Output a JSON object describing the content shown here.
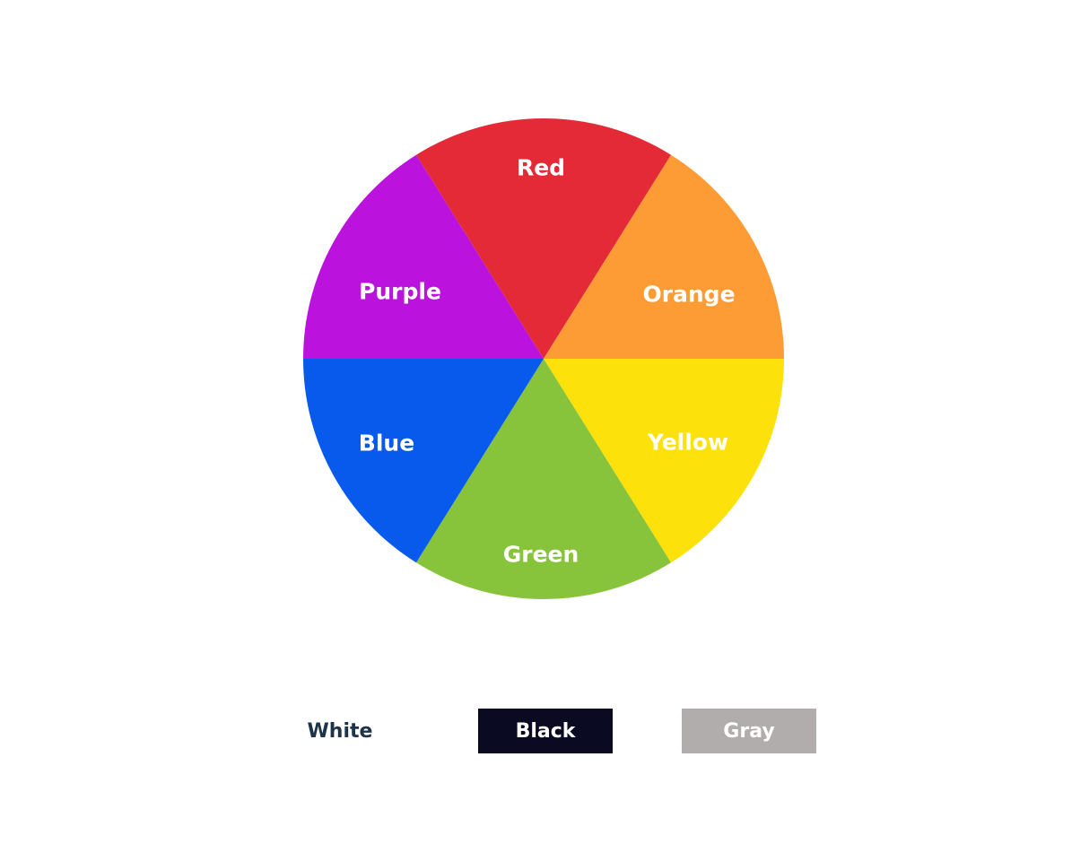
{
  "wheel": {
    "segments": [
      {
        "label": "Red",
        "color": "#e42a37"
      },
      {
        "label": "Orange",
        "color": "#fd9c34"
      },
      {
        "label": "Yellow",
        "color": "#fde10a"
      },
      {
        "label": "Green",
        "color": "#87c43c"
      },
      {
        "label": "Blue",
        "color": "#075aec"
      },
      {
        "label": "Purple",
        "color": "#bb12de"
      }
    ]
  },
  "neutrals": {
    "white": {
      "label": "White",
      "background": "#ffffff",
      "text_color": "#1c3349"
    },
    "black": {
      "label": "Black",
      "background": "#0a0b23",
      "text_color": "#ffffff"
    },
    "gray": {
      "label": "Gray",
      "background": "#b1adac",
      "text_color": "#ffffff"
    }
  }
}
